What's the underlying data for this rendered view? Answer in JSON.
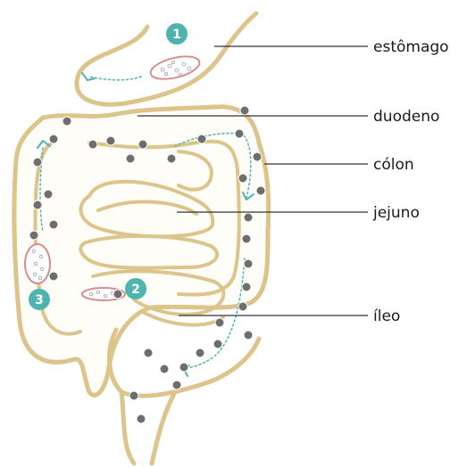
{
  "labels": {
    "stomach": "estômago",
    "duodenum": "duodeno",
    "colon": "cólon",
    "jejunum": "jejuno",
    "ileum": "íleo"
  },
  "badges": {
    "stomach": "1",
    "ileum": "2",
    "colon": "3"
  },
  "colors": {
    "outline": "#dcc48a",
    "fill": "#fffdf8",
    "accent": "#4fb3b0",
    "leader": "#333333",
    "dot": "#6e6e6e",
    "chyme": "#d98c8c"
  }
}
